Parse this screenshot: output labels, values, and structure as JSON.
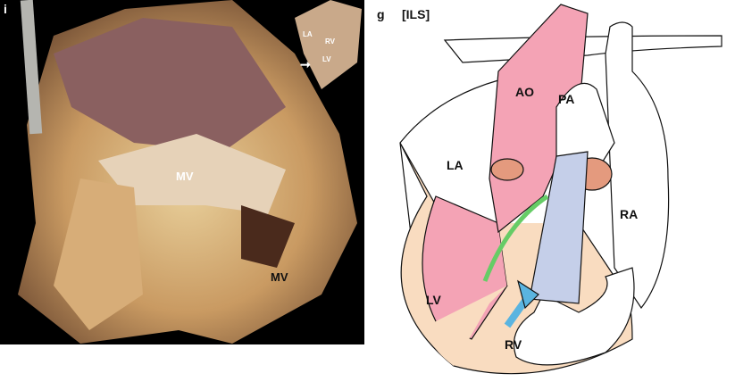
{
  "photo_panel": {
    "panel_letter": "i",
    "labels": {
      "mv_upper": "MV",
      "mv_lower": "MV"
    },
    "inset": {
      "la": "LA",
      "rv": "RV",
      "lv": "LV"
    }
  },
  "diagram_panel": {
    "panel_letter": "g",
    "title": "[ILS]",
    "labels": {
      "ao": "AO",
      "pa": "PA",
      "la": "LA",
      "ra": "RA",
      "lv": "LV",
      "rv": "RV"
    },
    "colors": {
      "aorta": "#f4a3b5",
      "lv": "#f4a3b5",
      "wall": "#f9dcc0",
      "conduit": "#c5cfe9",
      "valve": "#e49a7e",
      "septum_patch": "#a8e0a0",
      "arrow": "#5ab4e0"
    }
  }
}
